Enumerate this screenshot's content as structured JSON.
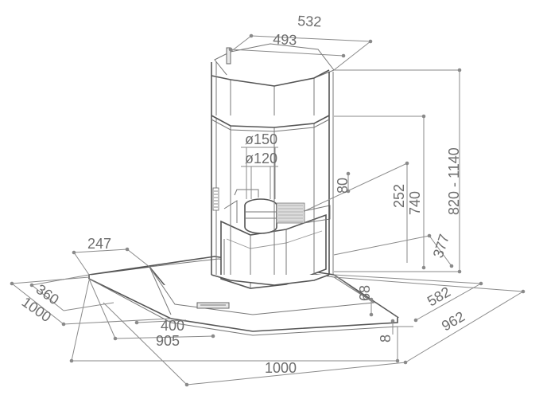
{
  "diagram": {
    "dimensions": {
      "width_top_outer": "532",
      "width_top_inner": "493",
      "diameter_150": "ø150",
      "diameter_120": "ø120",
      "height_adjustable": "820 - 1140",
      "height_740": "740",
      "height_252": "252",
      "offset_80": "80",
      "depth_377": "377",
      "width_247": "247",
      "depth_360": "360",
      "depth_1000": "1000",
      "width_400": "400",
      "width_905": "905",
      "width_1000": "1000",
      "thickness_68": "68",
      "thickness_8": "8",
      "depth_582": "582",
      "depth_962": "962"
    }
  }
}
